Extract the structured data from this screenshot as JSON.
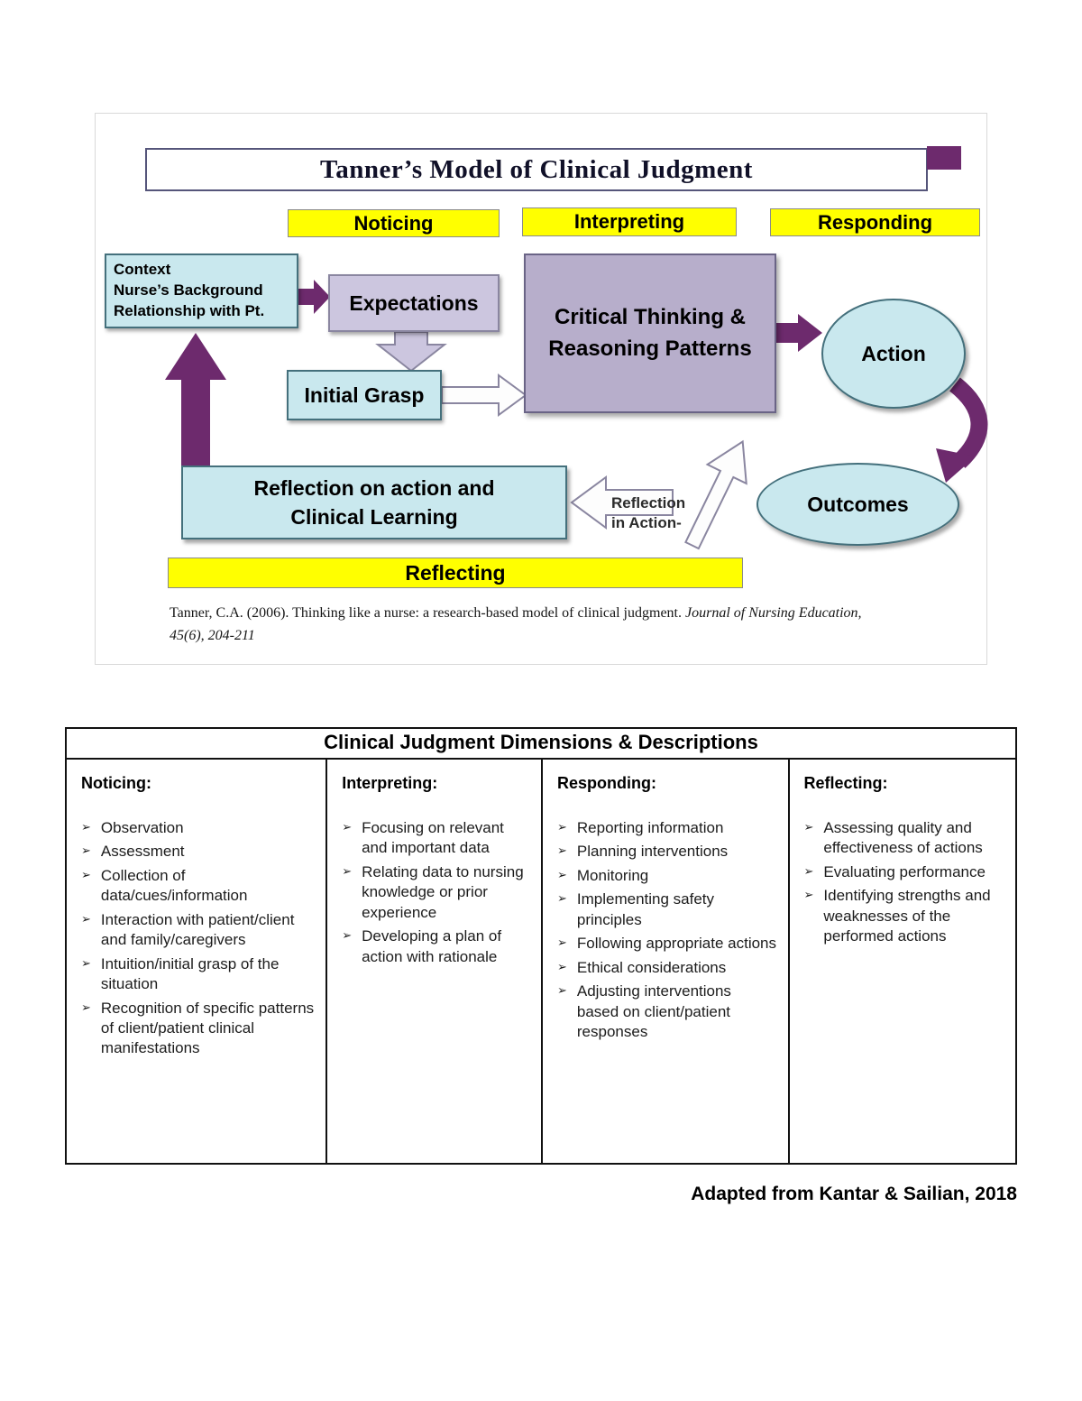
{
  "colors": {
    "purple": "#6d2a6d",
    "yellow": "#ffff00",
    "blue": "#c9e8ee",
    "lavender": "#ccc6df"
  },
  "figure": {
    "title": "Tanner’s Model of Clinical Judgment",
    "phases": [
      "Noticing",
      "Interpreting",
      "Responding"
    ],
    "context_box": "Context\nNurse’s Background\nRelationship with Pt.",
    "expectations": "Expectations",
    "initial_grasp": "Initial Grasp",
    "critical_thinking": "Critical Thinking &\nReasoning Patterns",
    "action": "Action",
    "outcomes": "Outcomes",
    "reflection_in_action": "Reflection\nin Action-",
    "reflection_on_action": "Reflection on action and\nClinical Learning",
    "reflecting": "Reflecting",
    "citation_text": "Tanner, C.A.  (2006).  Thinking like a nurse:  a research-based model of clinical judgment.  ",
    "citation_journal": "Journal of Nursing Education, 45(6), 204-211"
  },
  "table": {
    "title": "Clinical Judgment Dimensions & Descriptions",
    "columns": [
      {
        "header": "Noticing:",
        "items": [
          "Observation",
          "Assessment",
          "Collection of data/cues/information",
          "Interaction with patient/client and family/caregivers",
          "Intuition/initial grasp of the situation",
          "Recognition of specific patterns of client/patient clinical manifestations"
        ]
      },
      {
        "header": "Interpreting:",
        "items": [
          "Focusing on relevant and important data",
          "Relating data to nursing knowledge or prior experience",
          "Developing a plan of action with rationale"
        ]
      },
      {
        "header": "Responding:",
        "items": [
          "Reporting information",
          "Planning interventions",
          "Monitoring",
          "Implementing safety principles",
          "Following appropriate actions",
          "Ethical considerations",
          "Adjusting interventions based on client/patient responses"
        ]
      },
      {
        "header": "Reflecting:",
        "items": [
          "Assessing quality and effectiveness of actions",
          "Evaluating performance",
          "Identifying strengths and weaknesses of the performed actions"
        ]
      }
    ]
  },
  "attribution": "Adapted from Kantar & Sailian, 2018"
}
